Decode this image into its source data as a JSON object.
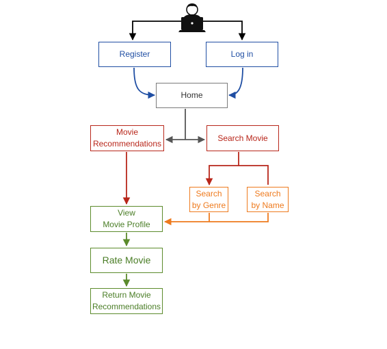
{
  "diagram": {
    "user_icon": "user-laptop-icon",
    "nodes": {
      "register": "Register",
      "login": "Log in",
      "home": "Home",
      "movie_recommendations": "Movie\nRecommendations",
      "search_movie": "Search Movie",
      "search_by_genre": "Search\nby Genre",
      "search_by_name": "Search\nby Name",
      "view_movie_profile": "View\nMovie Profile",
      "rate_movie": "Rate Movie",
      "return_movie_recommendations": "Return Movie\nRecommendations"
    },
    "colors": {
      "auth": "#1f4ea3",
      "home": "#7a7a7a",
      "primary_actions": "#b8261a",
      "search_options": "#ee7a1d",
      "movie_actions": "#5b8b2b",
      "black_connectors": "#000000",
      "gray_connectors": "#555555"
    }
  }
}
